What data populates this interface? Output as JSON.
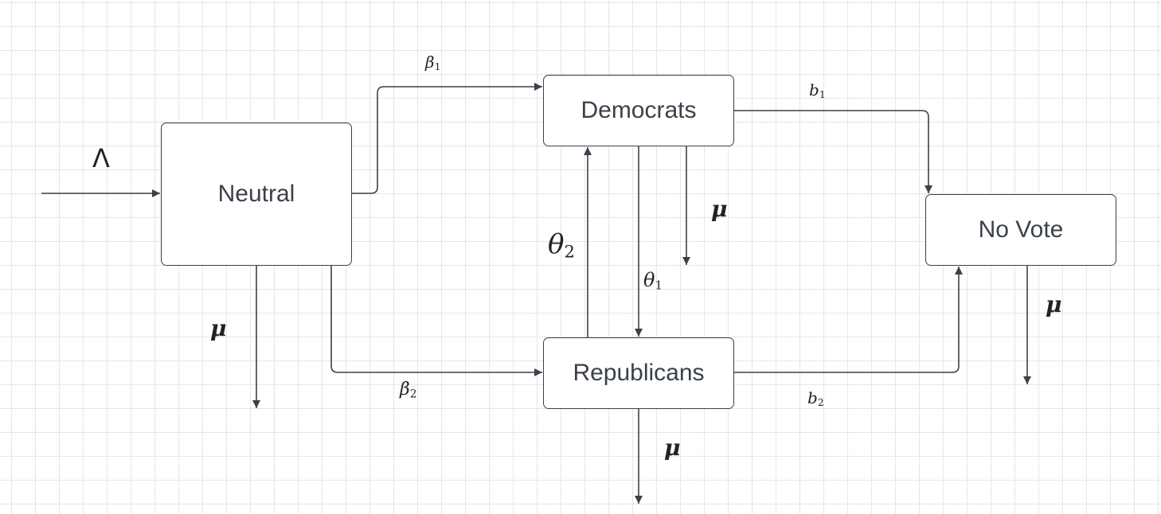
{
  "nodes": {
    "neutral": "Neutral",
    "democrats": "Democrats",
    "republicans": "Republicans",
    "no_vote": "No Vote"
  },
  "labels": {
    "lambda": "Λ",
    "beta1": {
      "sym": "β",
      "sub": "1"
    },
    "beta2": {
      "sym": "β",
      "sub": "2"
    },
    "theta1": {
      "sym": "θ",
      "sub": "1"
    },
    "theta2": {
      "sym": "θ",
      "sub": "2"
    },
    "b1": {
      "sym": "b",
      "sub": "1"
    },
    "b2": {
      "sym": "b",
      "sub": "2"
    },
    "mu": "μ"
  },
  "colors": {
    "stroke": "#3a414a",
    "text": "#222222",
    "grid": "#e6e6e6"
  }
}
